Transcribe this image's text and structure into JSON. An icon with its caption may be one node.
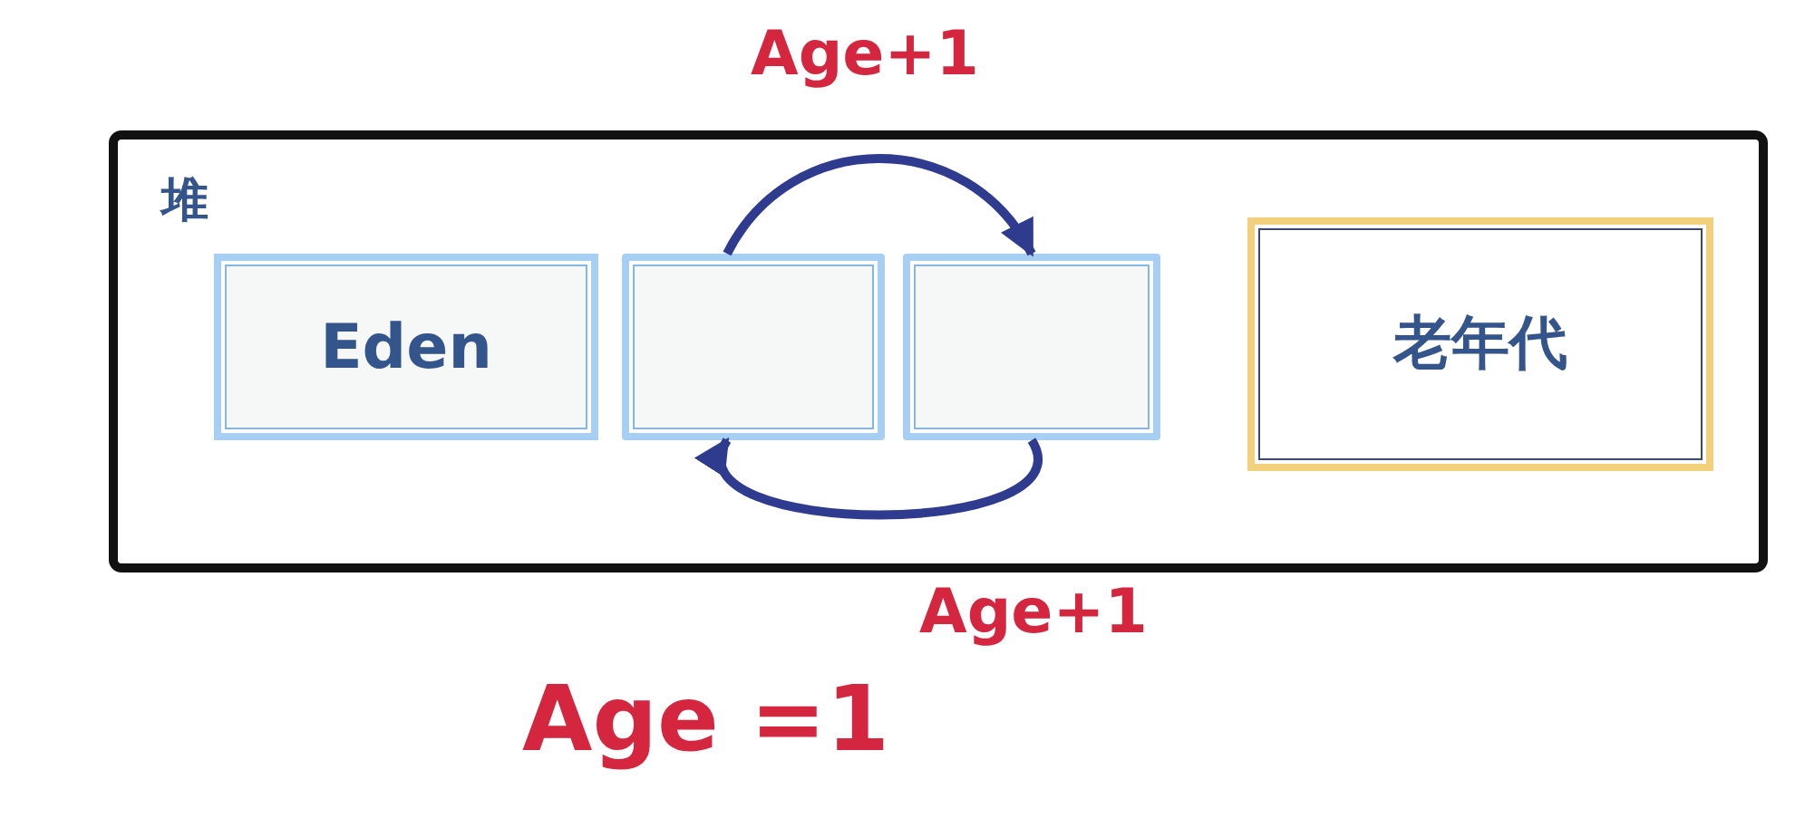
{
  "diagram": {
    "nodes": [
      {
        "text": [
          "堆"
        ]
      },
      {
        "text": [
          "Eden"
        ],
        "in": 0
      },
      {
        "text": [],
        "shape": "box",
        "in": 0
      },
      {
        "text": [],
        "shape": "box",
        "in": 0
      },
      {
        "text": [
          "老年代"
        ],
        "in": 0
      }
    ],
    "edges": [
      {
        "from": 2,
        "to": 3,
        "arrow": "to",
        "label": "Age+1"
      },
      {
        "from": 3,
        "to": 2,
        "arrow": "to",
        "label": "Age+1"
      }
    ],
    "labels": [
      "Age =1"
    ]
  }
}
